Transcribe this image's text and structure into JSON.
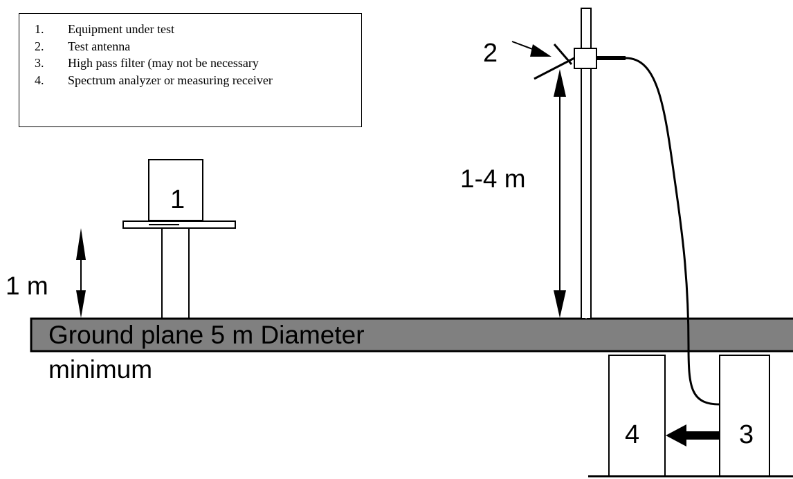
{
  "legend": {
    "items": [
      {
        "number": "1.",
        "text": "Equipment under test"
      },
      {
        "number": "2.",
        "text": "Test antenna"
      },
      {
        "number": "3.",
        "text": "High pass filter (may not be necessary"
      },
      {
        "number": "4.",
        "text": "Spectrum analyzer or measuring receiver"
      }
    ]
  },
  "labels": {
    "eut": "1",
    "antenna": "2",
    "filter": "3",
    "analyzer": "4",
    "eut_height": "1 m",
    "antenna_height": "1-4 m"
  },
  "ground_plane": {
    "line1": "Ground plane 5 m Diameter",
    "line2": "minimum",
    "fill_color": "#808080"
  }
}
